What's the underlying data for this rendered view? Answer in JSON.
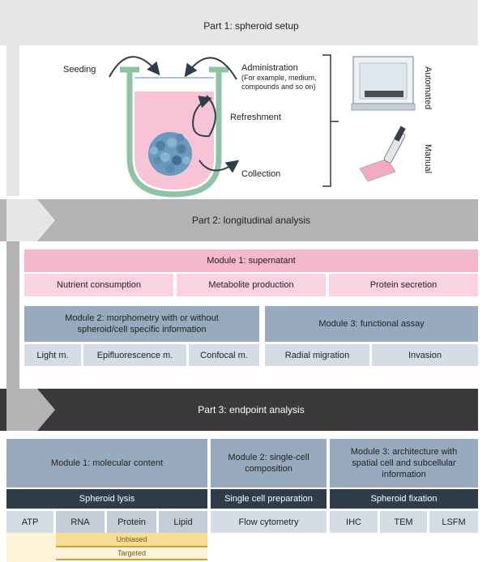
{
  "part1": {
    "title": "Part 1: spheroid setup",
    "labels": {
      "seeding": "Seeding",
      "administration": "Administration",
      "administration_detail": "(For example, medium, compounds and so on)",
      "refreshment": "Refreshment",
      "collection": "Collection",
      "automated": "Automated",
      "manual": "Manual"
    }
  },
  "part2": {
    "title": "Part 2: longitudinal analysis",
    "module1": {
      "title": "Module 1: supernatant",
      "items": [
        "Nutrient consumption",
        "Metabolite production",
        "Protein secretion"
      ]
    },
    "module2": {
      "title": "Module 2: morphometry with or without spheroid/cell specific information",
      "items": [
        "Light m.",
        "Epifluorescence m.",
        "Confocal m."
      ]
    },
    "module3": {
      "title": "Module 3: functional assay",
      "items": [
        "Radial migration",
        "Invasion"
      ]
    }
  },
  "part3": {
    "title": "Part 3: endpoint analysis",
    "module1": {
      "title": "Module 1: molecular content",
      "prep": "Spheroid lysis",
      "items": [
        "ATP",
        "RNA",
        "Protein",
        "Lipid"
      ],
      "unbiased": "Unbiased",
      "targeted": "Targeted"
    },
    "module2": {
      "title": "Module 2: single-cell composition",
      "prep": "Single cell preparation",
      "items": [
        "Flow cytometry"
      ]
    },
    "module3": {
      "title": "Module 3: architecture with spatial cell and subcellular information",
      "prep": "Spheroid fixation",
      "items": [
        "IHC",
        "TEM",
        "LSFM"
      ]
    }
  },
  "colors": {
    "part1_band": "#e6e6e6",
    "part2_band": "#b3b3b3",
    "part3_band": "#3a3a3a",
    "pink_header": "#f5b7cc",
    "pink_item": "#fad3df",
    "steel_header": "#98abbe",
    "steel_item": "#d4dde6",
    "navy": "#2f3d4b",
    "unbiased": "#f5dd95",
    "targeted": "#fdf3d7",
    "gold_line": "#c8a13a"
  }
}
